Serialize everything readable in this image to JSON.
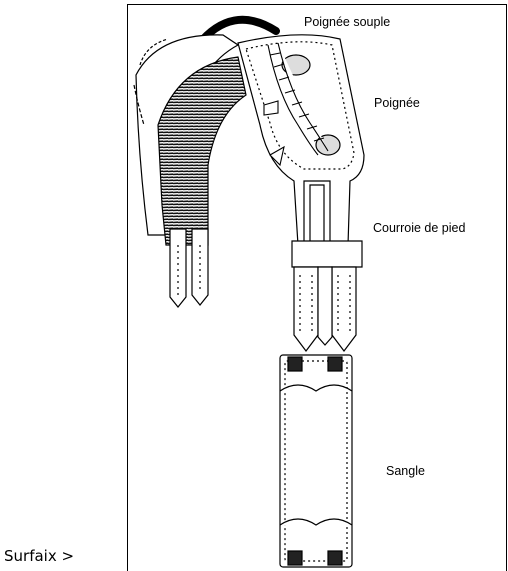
{
  "caption": "Surfaix >",
  "labels": {
    "handle_soft": "Poignée souple",
    "handle": "Poignée",
    "foot_strap": "Courroie de pied",
    "girth": "Sangle"
  }
}
